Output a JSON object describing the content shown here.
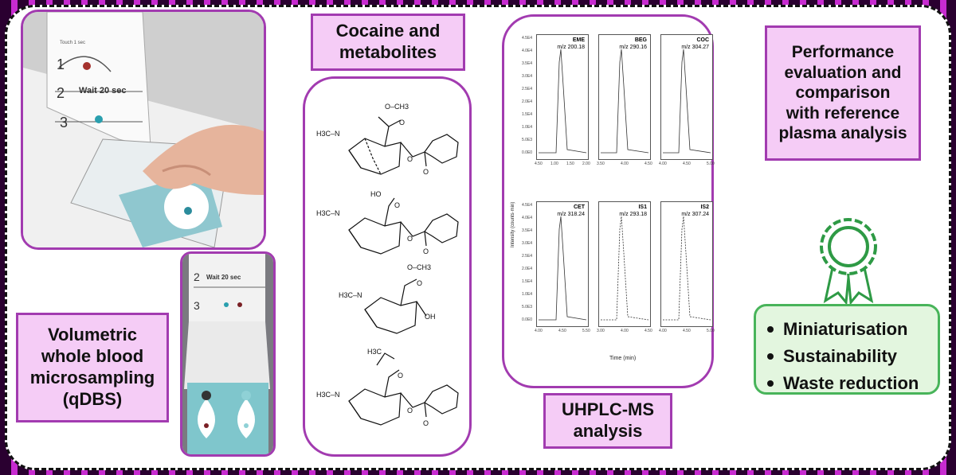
{
  "labels": {
    "sampling": "Volumetric\nwhole blood\nmicrosampling\n(qDBS)",
    "cocaine": "Cocaine and\nmetabolites",
    "uhplc": "UHPLC-MS\nanalysis",
    "performance": "Performance\nevaluation and\ncomparison\nwith reference\nplasma analysis"
  },
  "card_steps": {
    "step1": "1",
    "step1_text": "Touch 1 sec",
    "step2": "2",
    "step2_text": "Wait 20 sec",
    "step3": "3",
    "step3_text": "",
    "card2_step2": "2",
    "card2_step2_text": "Wait 20 sec",
    "card2_step3": "3"
  },
  "molecules": {
    "m1": {
      "n": "H3C–N",
      "top": "O–CH3",
      "o1": "O",
      "o2": "O",
      "o3": "O"
    },
    "m2": {
      "n": "H3C–N",
      "top": "HO",
      "o1": "O",
      "o2": "O",
      "o3": "O"
    },
    "m3": {
      "n": "H3C–N",
      "top": "O–CH3",
      "o1": "O",
      "oh": "OH"
    },
    "m4": {
      "n": "H3C–N",
      "top": "H3C",
      "o1": "O",
      "o2": "O",
      "o3": "O"
    }
  },
  "chromatograms": {
    "y_axis_label": "Intensity (counts·min)",
    "x_axis_label": "Time (min)",
    "cells": [
      {
        "name": "EME",
        "mz": "m/z 200.18",
        "xt": [
          "4.50",
          "1.00",
          "1.50",
          "2.00"
        ],
        "dashed": false
      },
      {
        "name": "BEG",
        "mz": "m/z 290.16",
        "xt": [
          "3.50",
          "4.00",
          "4.50"
        ],
        "dashed": false
      },
      {
        "name": "COC",
        "mz": "m/z 304.27",
        "xt": [
          "4.00",
          "4.50",
          "5.00"
        ],
        "dashed": false
      },
      {
        "name": "CET",
        "mz": "m/z 318.24",
        "xt": [
          "4.00",
          "4.50",
          "5.50"
        ],
        "dashed": false
      },
      {
        "name": "IS1",
        "mz": "m/z 293.18",
        "xt": [
          "3.00",
          "4.00",
          "4.50"
        ],
        "dashed": true
      },
      {
        "name": "IS2",
        "mz": "m/z 307.24",
        "xt": [
          "4.00",
          "4.50",
          "5.00"
        ],
        "dashed": true
      }
    ],
    "yticks": [
      "4.5E4",
      "4.0E4",
      "3.5E4",
      "3.0E4",
      "2.5E4",
      "2.0E4",
      "1.5E4",
      "1.0E4",
      "5.0E3",
      "0.0E0"
    ]
  },
  "benefits": [
    "Miniaturisation",
    "Sustainability",
    "Waste reduction"
  ],
  "colors": {
    "accent": "#a23bb0",
    "box_fill": "#f5ccf6",
    "green": "#48b45a",
    "green_fill": "#e3f6df"
  }
}
